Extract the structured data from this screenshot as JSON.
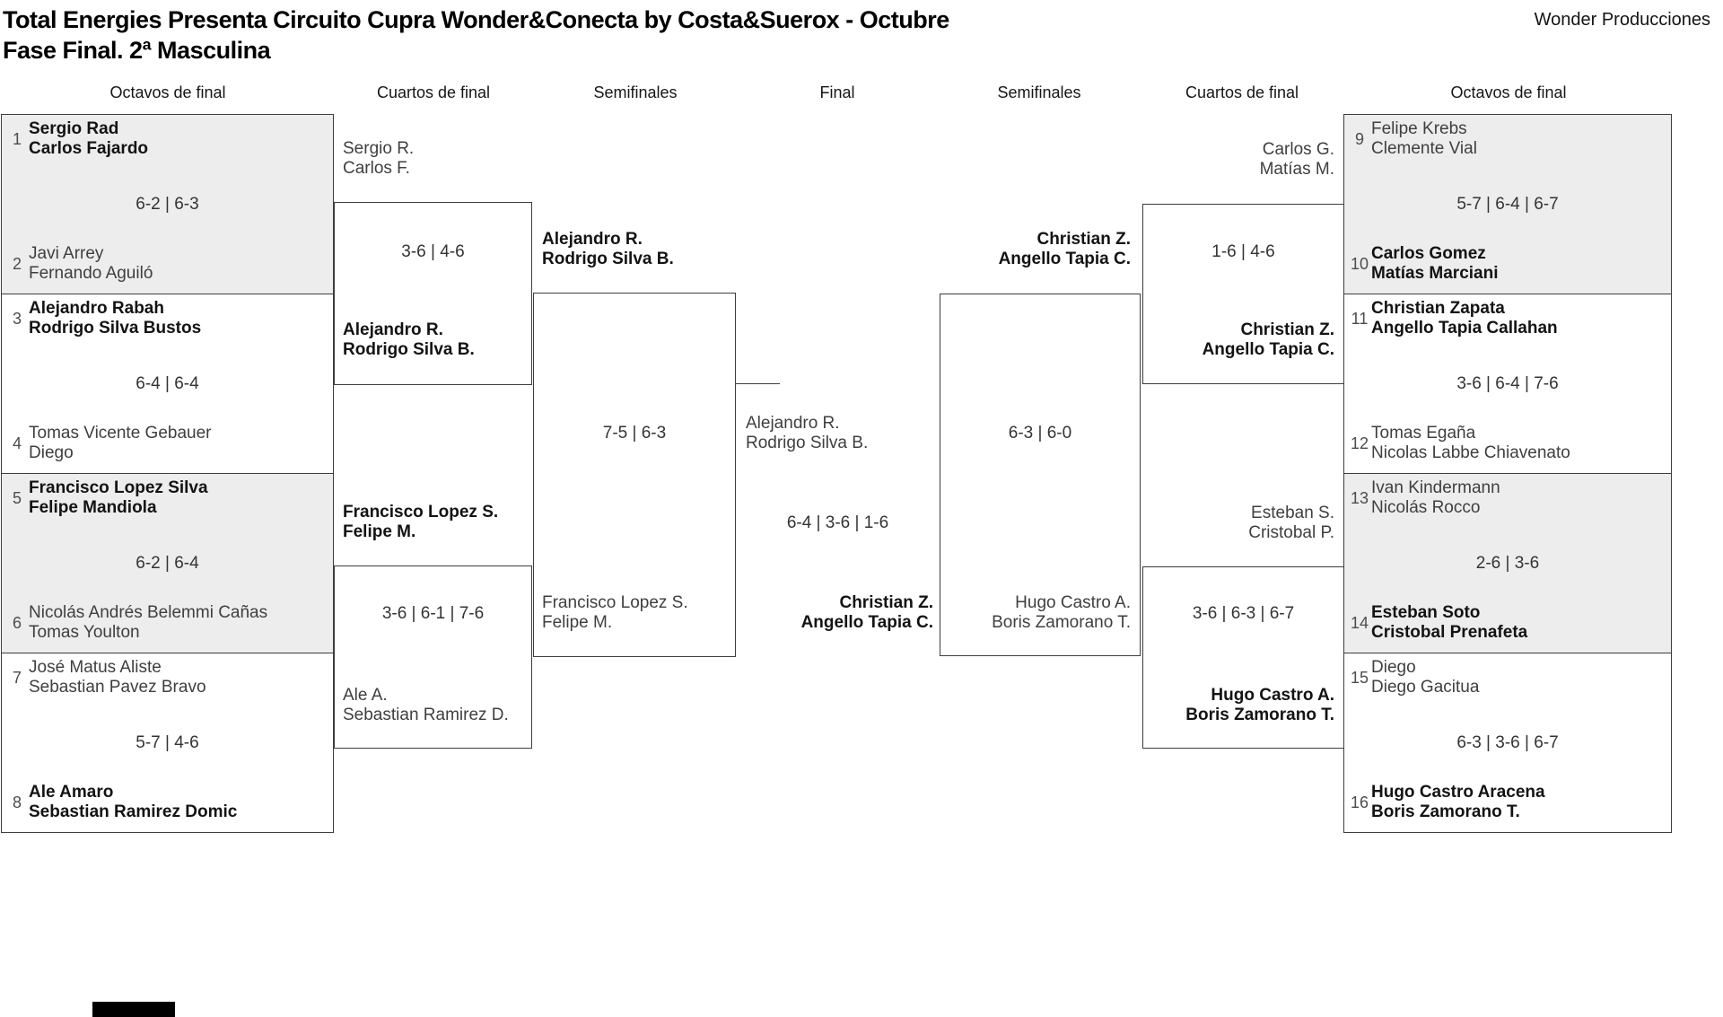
{
  "header": {
    "title_line1": "Total Energies Presenta Circuito Cupra Wonder&Conecta by Costa&Suerox - Octubre",
    "title_line2": "Fase Final. 2ª Masculina",
    "organizer": "Wonder Producciones"
  },
  "round_headers": [
    "Octavos de final",
    "Cuartos de final",
    "Semifinales",
    "Final",
    "Semifinales",
    "Cuartos de final",
    "Octavos de final"
  ],
  "colors": {
    "shaded_box": "#ededed",
    "border": "#3d3d3d",
    "winner_text": "#131313",
    "normal_text": "#3f3f3f",
    "score_text": "#333333"
  },
  "first_round_matches": [
    {
      "seed_top": "1",
      "team_top": [
        "Sergio Rad",
        "Carlos Fajardo"
      ],
      "top_winner": true,
      "score": "6-2 | 6-3",
      "seed_bottom": "2",
      "team_bottom": [
        "Javi Arrey",
        "Fernando Aguiló"
      ],
      "bottom_winner": false,
      "shaded": true
    },
    {
      "seed_top": "3",
      "team_top": [
        "Alejandro Rabah",
        "Rodrigo Silva Bustos"
      ],
      "top_winner": true,
      "score": "6-4 | 6-4",
      "seed_bottom": "4",
      "team_bottom": [
        "Tomas Vicente Gebauer",
        "Diego"
      ],
      "bottom_winner": false,
      "shaded": false
    },
    {
      "seed_top": "5",
      "team_top": [
        "Francisco Lopez Silva",
        "Felipe Mandiola"
      ],
      "top_winner": true,
      "score": "6-2 | 6-4",
      "seed_bottom": "6",
      "team_bottom": [
        "Nicolás Andrés Belemmi Cañas",
        "Tomas Youlton"
      ],
      "bottom_winner": false,
      "shaded": true
    },
    {
      "seed_top": "7",
      "team_top": [
        "José Matus Aliste",
        "Sebastian Pavez Bravo"
      ],
      "top_winner": false,
      "score": "5-7 | 4-6",
      "seed_bottom": "8",
      "team_bottom": [
        "Ale Amaro",
        "Sebastian Ramirez Domic"
      ],
      "bottom_winner": true,
      "shaded": false
    },
    {
      "seed_top": "9",
      "team_top": [
        "Felipe Krebs",
        "Clemente Vial"
      ],
      "top_winner": false,
      "score": "5-7 | 6-4 | 6-7",
      "seed_bottom": "10",
      "team_bottom": [
        "Carlos Gomez",
        "Matías Marciani"
      ],
      "bottom_winner": true,
      "shaded": true
    },
    {
      "seed_top": "11",
      "team_top": [
        "Christian Zapata",
        "Angello Tapia Callahan"
      ],
      "top_winner": true,
      "score": "3-6 | 6-4 | 7-6",
      "seed_bottom": "12",
      "team_bottom": [
        "Tomas Egaña",
        "Nicolas Labbe Chiavenato"
      ],
      "bottom_winner": false,
      "shaded": false
    },
    {
      "seed_top": "13",
      "team_top": [
        "Ivan Kindermann",
        "Nicolás Rocco"
      ],
      "top_winner": false,
      "score": "2-6 | 3-6",
      "seed_bottom": "14",
      "team_bottom": [
        "Esteban Soto",
        "Cristobal Prenafeta"
      ],
      "bottom_winner": true,
      "shaded": true
    },
    {
      "seed_top": "15",
      "team_top": [
        "Diego",
        "Diego Gacitua"
      ],
      "top_winner": false,
      "score": "6-3 | 3-6 | 6-7",
      "seed_bottom": "16",
      "team_bottom": [
        "Hugo Castro Aracena",
        "Boris Zamorano T."
      ],
      "bottom_winner": true,
      "shaded": false
    }
  ],
  "later_matches": [
    {
      "round": "cuartos",
      "team_top": [
        "Sergio R.",
        "Carlos F."
      ],
      "top_winner": false,
      "score": "3-6 | 4-6",
      "team_bottom": [
        "Alejandro R.",
        "Rodrigo Silva B."
      ],
      "bottom_winner": true
    },
    {
      "round": "cuartos",
      "team_top": [
        "Francisco Lopez S.",
        "Felipe M."
      ],
      "top_winner": true,
      "score": "3-6 | 6-1 | 7-6",
      "team_bottom": [
        "Ale A.",
        "Sebastian Ramirez D."
      ],
      "bottom_winner": false
    },
    {
      "round": "semifinal",
      "team_top": [
        "Alejandro R.",
        "Rodrigo Silva B."
      ],
      "top_winner": true,
      "score": "7-5 | 6-3",
      "team_bottom": [
        "Francisco Lopez S.",
        "Felipe M."
      ],
      "bottom_winner": false
    },
    {
      "round": "final",
      "team_top": [
        "Alejandro R.",
        "Rodrigo Silva B."
      ],
      "top_winner": false,
      "score": "6-4 | 3-6 | 1-6",
      "team_bottom": [
        "Christian Z.",
        "Angello Tapia C."
      ],
      "bottom_winner": true
    },
    {
      "round": "semifinal",
      "team_top": [
        "Christian Z.",
        "Angello Tapia C."
      ],
      "top_winner": true,
      "score": "6-3 | 6-0",
      "team_bottom": [
        "Hugo Castro A.",
        "Boris Zamorano T."
      ],
      "bottom_winner": false
    },
    {
      "round": "cuartos",
      "team_top": [
        "Carlos G.",
        "Matías M."
      ],
      "top_winner": false,
      "score": "1-6 | 4-6",
      "team_bottom": [
        "Christian Z.",
        "Angello Tapia C."
      ],
      "bottom_winner": true
    },
    {
      "round": "cuartos",
      "team_top": [
        "Esteban S.",
        "Cristobal P."
      ],
      "top_winner": false,
      "score": "3-6 | 6-3 | 6-7",
      "team_bottom": [
        "Hugo Castro A.",
        "Boris Zamorano T."
      ],
      "bottom_winner": true
    }
  ]
}
